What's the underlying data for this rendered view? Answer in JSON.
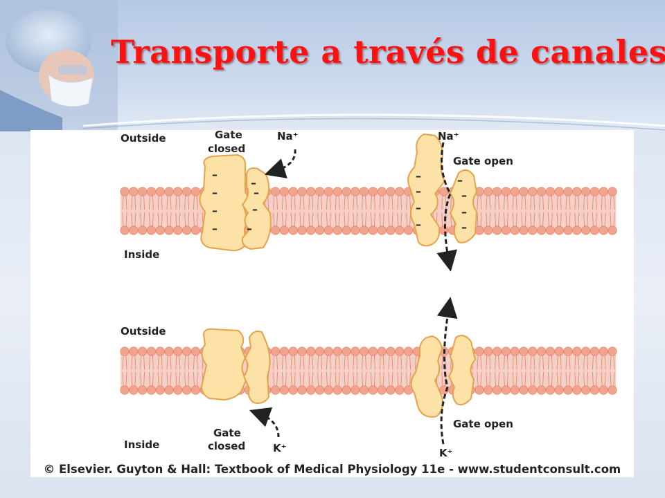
{
  "slide": {
    "title": "Transporte a través de canales"
  },
  "diagram": {
    "top_panel": {
      "outside_label": "Outside",
      "inside_label": "Inside",
      "closed_gate_label_line1": "Gate",
      "closed_gate_label_line2": "closed",
      "closed_ion": "Na⁺",
      "open_ion": "Na⁺",
      "open_gate_label": "Gate open",
      "charge_symbol": "–"
    },
    "bottom_panel": {
      "outside_label": "Outside",
      "inside_label": "Inside",
      "closed_gate_label_line1": "Gate",
      "closed_gate_label_line2": "closed",
      "closed_ion": "K⁺",
      "open_ion": "K⁺",
      "open_gate_label": "Gate open"
    },
    "credit": "© Elsevier. Guyton & Hall: Textbook of Medical Physiology 11e - www.studentconsult.com"
  },
  "colors": {
    "title": "#ff1111",
    "lipid_head": "#f2a58e",
    "lipid_band": "#f6d0c6",
    "protein_fill": "#fde2a8",
    "protein_stroke": "#e6a24a"
  }
}
